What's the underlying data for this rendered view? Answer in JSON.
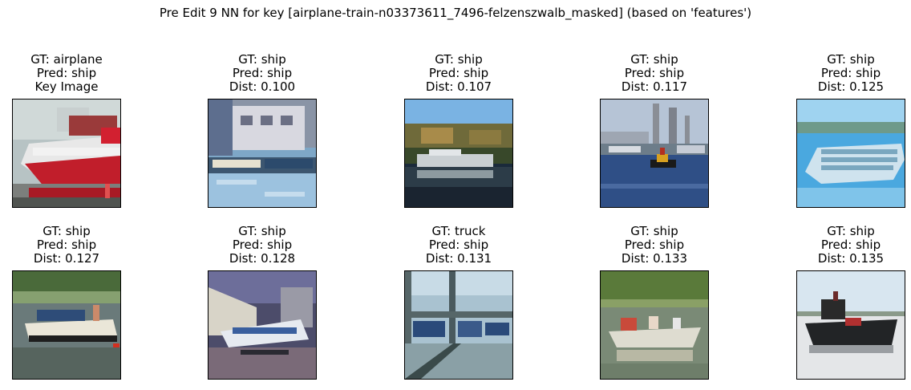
{
  "figure": {
    "title": "Pre Edit 9 NN for key [airplane-train-n03373611_7496-felzenszwalb_masked] (based on 'features')"
  },
  "panels": [
    {
      "gt": "GT: airplane",
      "pred": "Pred: ship",
      "extra": "Key Image"
    },
    {
      "gt": "GT: ship",
      "pred": "Pred: ship",
      "extra": "Dist: 0.100"
    },
    {
      "gt": "GT: ship",
      "pred": "Pred: ship",
      "extra": "Dist: 0.107"
    },
    {
      "gt": "GT: ship",
      "pred": "Pred: ship",
      "extra": "Dist: 0.117"
    },
    {
      "gt": "GT: ship",
      "pred": "Pred: ship",
      "extra": "Dist: 0.125"
    },
    {
      "gt": "GT: ship",
      "pred": "Pred: ship",
      "extra": "Dist: 0.127"
    },
    {
      "gt": "GT: ship",
      "pred": "Pred: ship",
      "extra": "Dist: 0.128"
    },
    {
      "gt": "GT: truck",
      "pred": "Pred: ship",
      "extra": "Dist: 0.131"
    },
    {
      "gt": "GT: ship",
      "pred": "Pred: ship",
      "extra": "Dist: 0.133"
    },
    {
      "gt": "GT: ship",
      "pred": "Pred: ship",
      "extra": "Dist: 0.135"
    }
  ]
}
